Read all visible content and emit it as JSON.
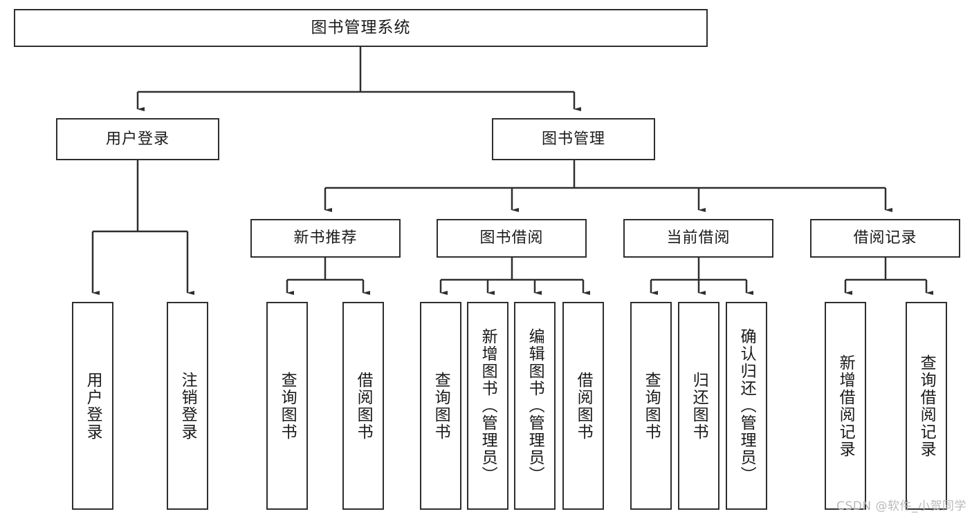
{
  "diagram": {
    "title": "图书管理系统",
    "type": "tree-hierarchy",
    "colors": {
      "box_border": "#2e2e2e",
      "box_fill": "#ffffff",
      "edge": "#2e2e2e",
      "text": "#1a1a1a",
      "watermark": "#b9b9b9"
    },
    "root": {
      "label": "图书管理系统"
    },
    "level2": [
      {
        "label": "用户登录"
      },
      {
        "label": "图书管理"
      }
    ],
    "level3": [
      {
        "label": "新书推荐"
      },
      {
        "label": "图书借阅"
      },
      {
        "label": "当前借阅"
      },
      {
        "label": "借阅记录"
      }
    ],
    "leaves": {
      "user_login": [
        {
          "label": "用户登录"
        },
        {
          "label": "注销登录"
        }
      ],
      "new_book_recommend": [
        {
          "label": "查询图书"
        },
        {
          "label": "借阅图书"
        }
      ],
      "book_borrow": [
        {
          "label": "查询图书"
        },
        {
          "label": "新增图书（管理员）"
        },
        {
          "label": "编辑图书（管理员）"
        },
        {
          "label": "借阅图书"
        }
      ],
      "current_borrow": [
        {
          "label": "查询图书"
        },
        {
          "label": "归还图书"
        },
        {
          "label": "确认归还（管理员）"
        }
      ],
      "borrow_record": [
        {
          "label": "新增借阅记录"
        },
        {
          "label": "查询借阅记录"
        }
      ]
    }
  },
  "watermark": {
    "text": "CSDN @软件_小贺同学"
  }
}
